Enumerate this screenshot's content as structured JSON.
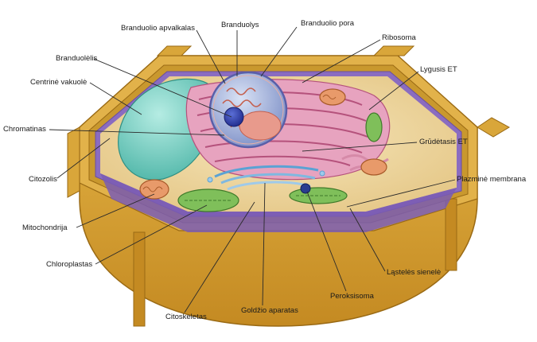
{
  "labels": {
    "nuclear_envelope": "Branduolio apvalkalas",
    "nucleolus": "Branduolys",
    "nuclear_pore": "Branduolio pora",
    "ribosome": "Ribosoma",
    "smooth_er": "Lygusis ET",
    "nucleolus_small": "Branduolėlis",
    "central_vacuole": "Centrinė vakuolė",
    "chromatin": "Chromatinas",
    "rough_er": "Grūdėtasis ET",
    "cytosol": "Citozolis",
    "plasma_membrane": "Plazminė membrana",
    "mitochondrion": "Mitochondrija",
    "cell_wall": "Ląstelės sienelė",
    "chloroplast": "Chloroplastas",
    "peroxisome": "Peroksisoma",
    "cytoskeleton": "Citoskeletas",
    "golgi": "Goldžio aparatas"
  },
  "colors": {
    "cell_wall": "#d9a63a",
    "cell_wall_dark": "#b07d1c",
    "cytoplasm": "#efd9a3",
    "vacuole": "#7fd3c7",
    "nucleus": "#a9b8dc",
    "rough_er": "#d97aa0",
    "golgi": "#8fc3e8",
    "chloroplast": "#7fbf5a",
    "mitochondrion": "#e89a6a",
    "membrane": "#8a6cc0"
  }
}
